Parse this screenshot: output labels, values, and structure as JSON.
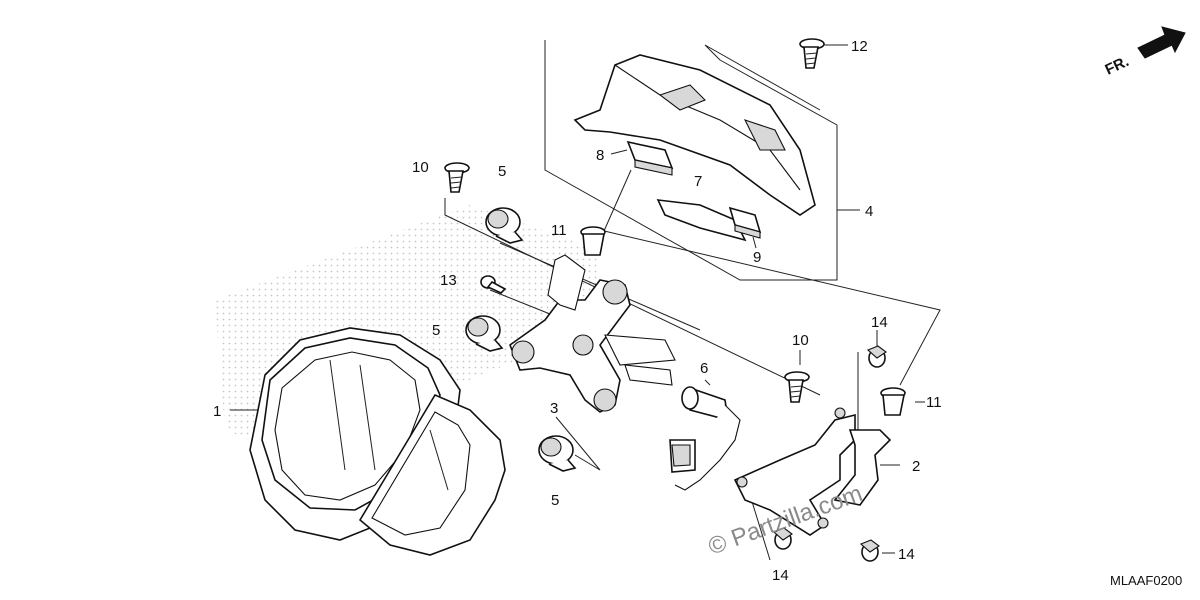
{
  "diagram": {
    "direction_label": "FR.",
    "code": "MLAAF0200",
    "watermark": "© Partzilla.com"
  },
  "callouts": [
    {
      "id": "c1",
      "text": "1"
    },
    {
      "id": "c2",
      "text": "2"
    },
    {
      "id": "c3",
      "text": "3"
    },
    {
      "id": "c4",
      "text": "4"
    },
    {
      "id": "c5a",
      "text": "5"
    },
    {
      "id": "c5b",
      "text": "5"
    },
    {
      "id": "c5c",
      "text": "5"
    },
    {
      "id": "c6",
      "text": "6"
    },
    {
      "id": "c7",
      "text": "7"
    },
    {
      "id": "c8",
      "text": "8"
    },
    {
      "id": "c9",
      "text": "9"
    },
    {
      "id": "c10a",
      "text": "10"
    },
    {
      "id": "c10b",
      "text": "10"
    },
    {
      "id": "c11a",
      "text": "11"
    },
    {
      "id": "c11b",
      "text": "11"
    },
    {
      "id": "c12",
      "text": "12"
    },
    {
      "id": "c13",
      "text": "13"
    },
    {
      "id": "c14a",
      "text": "14"
    },
    {
      "id": "c14b",
      "text": "14"
    },
    {
      "id": "c14c",
      "text": "14"
    }
  ]
}
